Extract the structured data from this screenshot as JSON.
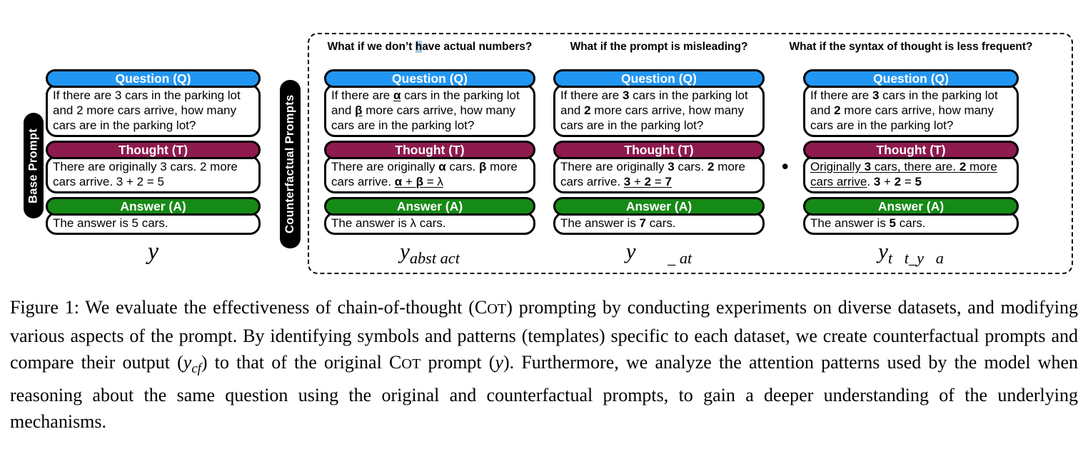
{
  "colors": {
    "question": "#2196F3",
    "thought": "#8E1A4E",
    "answer": "#168A16",
    "highlight": "#AECBE0"
  },
  "figure": {
    "base": {
      "side_label": "Base Prompt",
      "question_header": "Question (Q)",
      "thought_header": "Thought (T)",
      "answer_header": "Answer (A)",
      "question": [
        {
          "t": "If there are 3 cars in the parking lot and 2 more cars arrive, how many cars are in the parking lot?"
        }
      ],
      "thought": [
        {
          "t": "There are originally 3 cars. 2 more cars arrive. 3 + 2 = 5"
        }
      ],
      "answer": [
        {
          "t": "The answer is 5 cars."
        }
      ],
      "output_label": [
        {
          "t": "y",
          "i": 1
        }
      ]
    },
    "counterfactual": {
      "side_label": "Counterfactual Prompts",
      "ellipsis": "• • •",
      "columns": [
        {
          "title": [
            {
              "t": "What if we don’t "
            },
            {
              "t": "h",
              "hl": 1
            },
            {
              "t": "ave actual numbers?"
            }
          ],
          "question_header": "Question (Q)",
          "thought_header": "Thought (T)",
          "answer_header": "Answer (A)",
          "question": [
            {
              "t": "If there are "
            },
            {
              "t": "α",
              "b": 1,
              "u": 1
            },
            {
              "t": " cars in the parking lot and "
            },
            {
              "t": "β",
              "b": 1,
              "u": 1
            },
            {
              "t": " more cars arrive, how many cars are in the parking lot?"
            }
          ],
          "thought": [
            {
              "t": "There are originally "
            },
            {
              "t": "α",
              "b": 1
            },
            {
              "t": " cars. "
            },
            {
              "t": "β",
              "b": 1
            },
            {
              "t": " more cars arrive. "
            },
            {
              "t": "α",
              "b": 1,
              "u": 1
            },
            {
              "t": " + ",
              "u": 1
            },
            {
              "t": "β",
              "b": 1,
              "u": 1
            },
            {
              "t": " = λ",
              "u": 1
            }
          ],
          "answer": [
            {
              "t": "The answer is λ cars."
            }
          ],
          "output_label": [
            {
              "t": "y",
              "i": 1
            },
            {
              "t": "abst act",
              "i": 1,
              "sub": 1
            }
          ]
        },
        {
          "title": [
            {
              "t": "What if the prompt is misleading?"
            }
          ],
          "question_header": "Question (Q)",
          "thought_header": "Thought (T)",
          "answer_header": "Answer (A)",
          "question": [
            {
              "t": "If there are "
            },
            {
              "t": "3",
              "b": 1
            },
            {
              "t": " cars in the parking lot and "
            },
            {
              "t": "2",
              "b": 1
            },
            {
              "t": " more cars arrive, how many cars are in the parking lot?"
            }
          ],
          "thought": [
            {
              "t": "There are originally "
            },
            {
              "t": "3",
              "b": 1
            },
            {
              "t": " cars. "
            },
            {
              "t": "2",
              "b": 1
            },
            {
              "t": " more cars arrive. "
            },
            {
              "t": "3",
              "b": 1,
              "u": 1
            },
            {
              "t": " + ",
              "u": 1
            },
            {
              "t": "2",
              "b": 1,
              "u": 1
            },
            {
              "t": " = ",
              "u": 1
            },
            {
              "t": "7",
              "b": 1,
              "u": 1
            }
          ],
          "answer": [
            {
              "t": "The answer is "
            },
            {
              "t": "7",
              "b": 1
            },
            {
              "t": " cars."
            }
          ],
          "output_label": [
            {
              "t": "y",
              "i": 1
            },
            {
              "t": "        ",
              "sub": 1
            },
            {
              "t": "_ at",
              "i": 1,
              "sub": 1
            }
          ]
        },
        {
          "title": [
            {
              "t": "What if the syntax of thought is less frequent?"
            }
          ],
          "question_header": "Question (Q)",
          "thought_header": "Thought (T)",
          "answer_header": "Answer (A)",
          "question": [
            {
              "t": "If there are "
            },
            {
              "t": "3",
              "b": 1
            },
            {
              "t": " cars in the parking lot and "
            },
            {
              "t": "2",
              "b": 1
            },
            {
              "t": " more cars arrive, how many cars are in the parking lot?"
            }
          ],
          "thought": [
            {
              "t": "Originally ",
              "u": 1
            },
            {
              "t": "3",
              "b": 1,
              "u": 1
            },
            {
              "t": " cars, there are. ",
              "u": 1
            },
            {
              "t": "2",
              "b": 1,
              "u": 1
            },
            {
              "t": " more cars arrive",
              "u": 1
            },
            {
              "t": ". "
            },
            {
              "t": "3",
              "b": 1
            },
            {
              "t": " + "
            },
            {
              "t": "2",
              "b": 1
            },
            {
              "t": " = "
            },
            {
              "t": "5",
              "b": 1
            }
          ],
          "answer": [
            {
              "t": "The answer is "
            },
            {
              "t": "5",
              "b": 1
            },
            {
              "t": " cars."
            }
          ],
          "output_label": [
            {
              "t": "y",
              "i": 1
            },
            {
              "t": "t",
              "i": 1,
              "sub": 1
            },
            {
              "t": "   ",
              "sub": 1
            },
            {
              "t": "t_y",
              "i": 1,
              "sub": 1
            },
            {
              "t": "   ",
              "sub": 1
            },
            {
              "t": "a",
              "i": 1,
              "sub": 1
            }
          ]
        }
      ]
    }
  },
  "caption": {
    "segments": [
      {
        "t": "Figure 1: We evaluate the effectiveness of chain-of-thought (C"
      },
      {
        "t": "OT",
        "sc": 1
      },
      {
        "t": ") prompting by conducting experiments on diverse datasets, and modifying various aspects of the prompt. By identifying symbols and patterns (templates) specific to each dataset, we create counterfactual prompts and compare their output ("
      },
      {
        "t": "y",
        "i": 1
      },
      {
        "t": "cf",
        "i": 1,
        "sub": 1
      },
      {
        "t": ") to that of the original C"
      },
      {
        "t": "OT",
        "sc": 1
      },
      {
        "t": " prompt ("
      },
      {
        "t": "y",
        "i": 1
      },
      {
        "t": "). Furthermore, we analyze the attention patterns used by the model when reasoning about the same question using the original and counterfactual prompts, to gain a deeper understanding of the underlying mechanisms."
      }
    ]
  }
}
